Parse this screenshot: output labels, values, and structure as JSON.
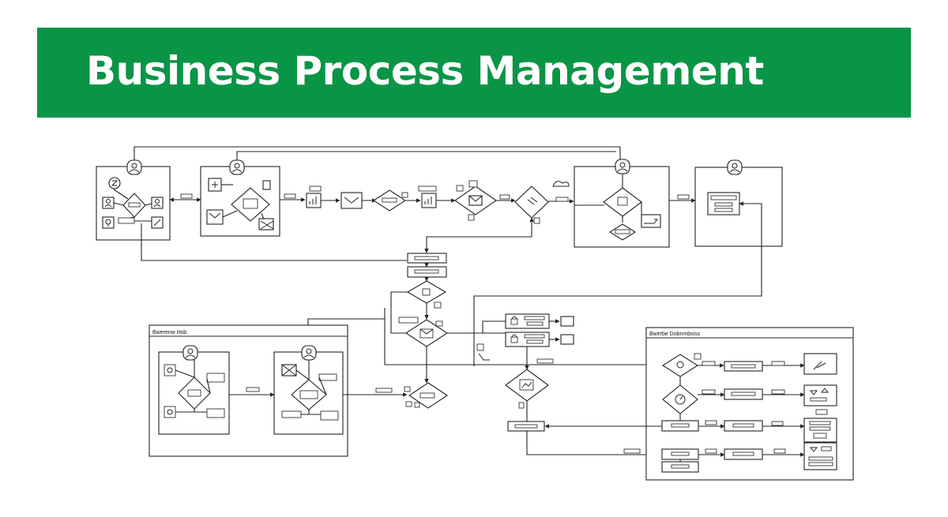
{
  "header": {
    "title": "Business Process Management",
    "background_color": "#0a9546",
    "text_color": "#ffffff"
  },
  "diagram": {
    "pools": [
      {
        "id": "pool-bottom-left",
        "title": "Bwerenw Hsb"
      },
      {
        "id": "pool-bottom-right",
        "title": "Bwerbe Dobnmbxiss"
      }
    ]
  }
}
